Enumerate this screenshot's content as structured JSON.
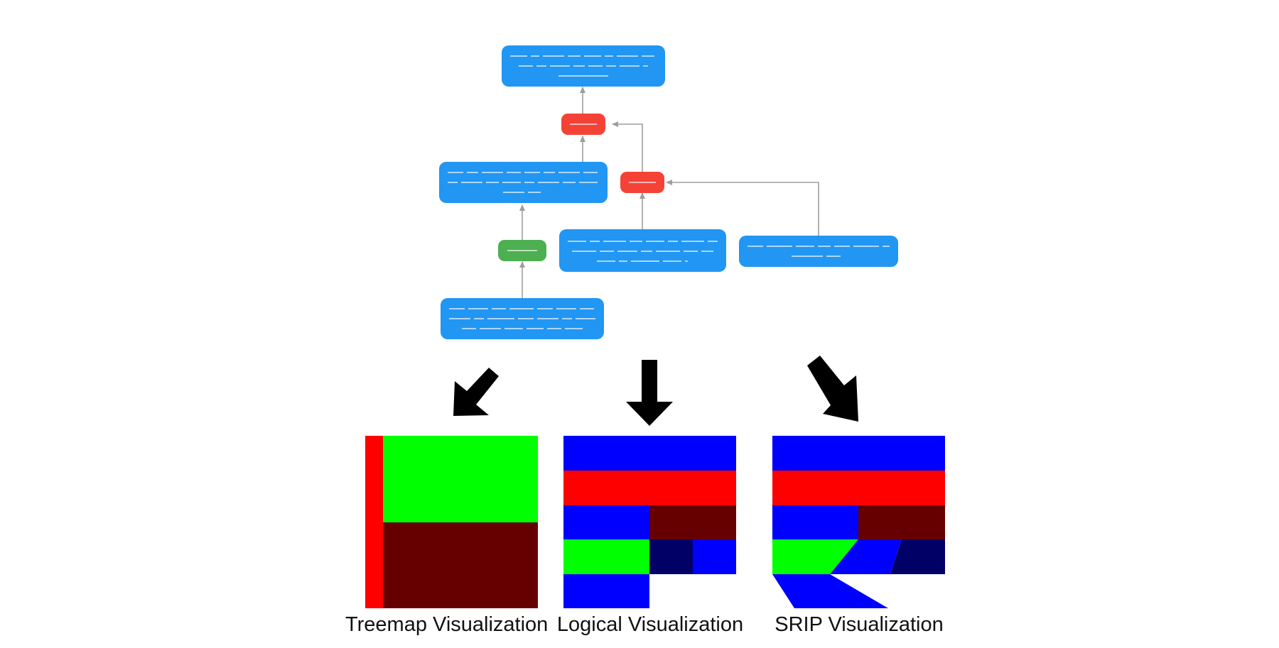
{
  "colors": {
    "node_blue": "#2196f3",
    "node_red": "#f44336",
    "node_green": "#4caf50",
    "edge": "#9e9e9e",
    "placeholder_line": "#dcecfa",
    "arrow": "#000000",
    "blue": "#0000ff",
    "red": "#ff0000",
    "green": "#00ff00",
    "dark_red": "#660000",
    "navy": "#000066"
  },
  "captions": {
    "treemap": "Treemap Visualization",
    "logical": "Logical Visualization",
    "srip": "SRIP Visualization"
  }
}
